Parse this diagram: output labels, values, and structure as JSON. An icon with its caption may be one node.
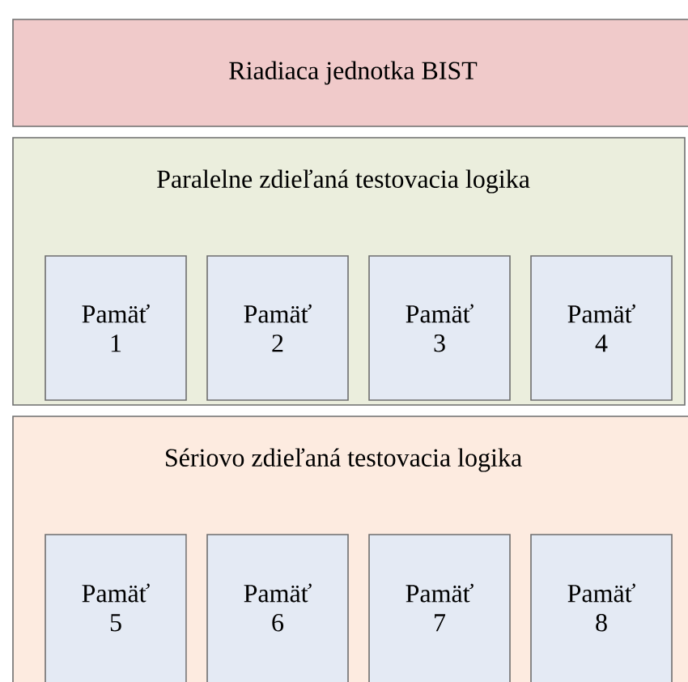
{
  "diagram": {
    "nodes": [
      {
        "text": [
          "Riadiaca jednotka BIST"
        ]
      },
      {
        "text": [
          "Paralelne zdieľaná testovacia logika"
        ]
      },
      {
        "text": [
          "Pamäť 1"
        ],
        "in": 1
      },
      {
        "text": [
          "Pamäť 2"
        ],
        "in": 1
      },
      {
        "text": [
          "Pamäť 3"
        ],
        "in": 1
      },
      {
        "text": [
          "Pamäť 4"
        ],
        "in": 1
      },
      {
        "text": [
          "Sériovo zdieľaná testovacia logika"
        ]
      },
      {
        "text": [
          "Pamäť 5"
        ],
        "in": 6
      },
      {
        "text": [
          "Pamäť 6"
        ],
        "in": 6
      },
      {
        "text": [
          "Pamäť 7"
        ],
        "in": 6
      },
      {
        "text": [
          "Pamäť 8"
        ],
        "in": 6
      }
    ]
  }
}
